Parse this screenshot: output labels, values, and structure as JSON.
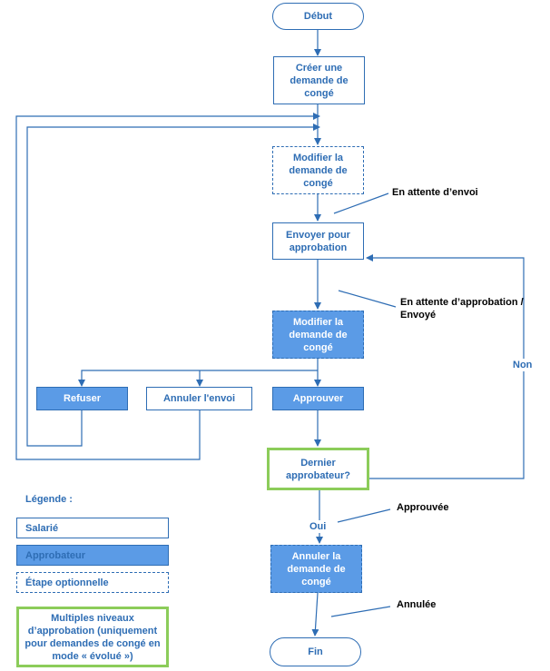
{
  "nodes": {
    "debut": "Début",
    "creer": "Créer une demande de congé",
    "modifier1": "Modifier la demande de congé",
    "envoyer": "Envoyer pour approbation",
    "modifier2": "Modifier la demande de congé",
    "refuser": "Refuser",
    "annuler_envoi": "Annuler l'envoi",
    "approuver": "Approuver",
    "dernier": "Dernier approbateur?",
    "annuler_demande": "Annuler la demande de congé",
    "fin": "Fin"
  },
  "labels": {
    "attente_envoi": "En attente d’envoi",
    "attente_approbation": "En attente d’approbation / Envoyé",
    "non": "Non",
    "oui": "Oui",
    "approuvee": "Approuvée",
    "annulee": "Annulée"
  },
  "legend": {
    "title": "Légende :",
    "salarie": "Salarié",
    "approbateur": "Approbateur",
    "optionnelle": "Étape optionnelle",
    "multi": "Multiples niveaux d’approbation (uniquement pour demandes de congé en mode « évolué »)"
  },
  "colors": {
    "blue": "#2e6db4",
    "approver_fill": "#5b9be6",
    "multi_level_border": "#8ccc5a"
  }
}
